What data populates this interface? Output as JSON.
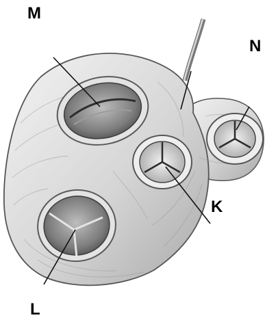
{
  "labels": {
    "m": "M",
    "n": "N",
    "k": "K",
    "l": "L"
  },
  "colors": {
    "tissue_light": "#ececec",
    "tissue_mid": "#c9c9c9",
    "tissue_dark": "#8f8f8f",
    "outline": "#4a4a4a",
    "leader": "#111111"
  }
}
